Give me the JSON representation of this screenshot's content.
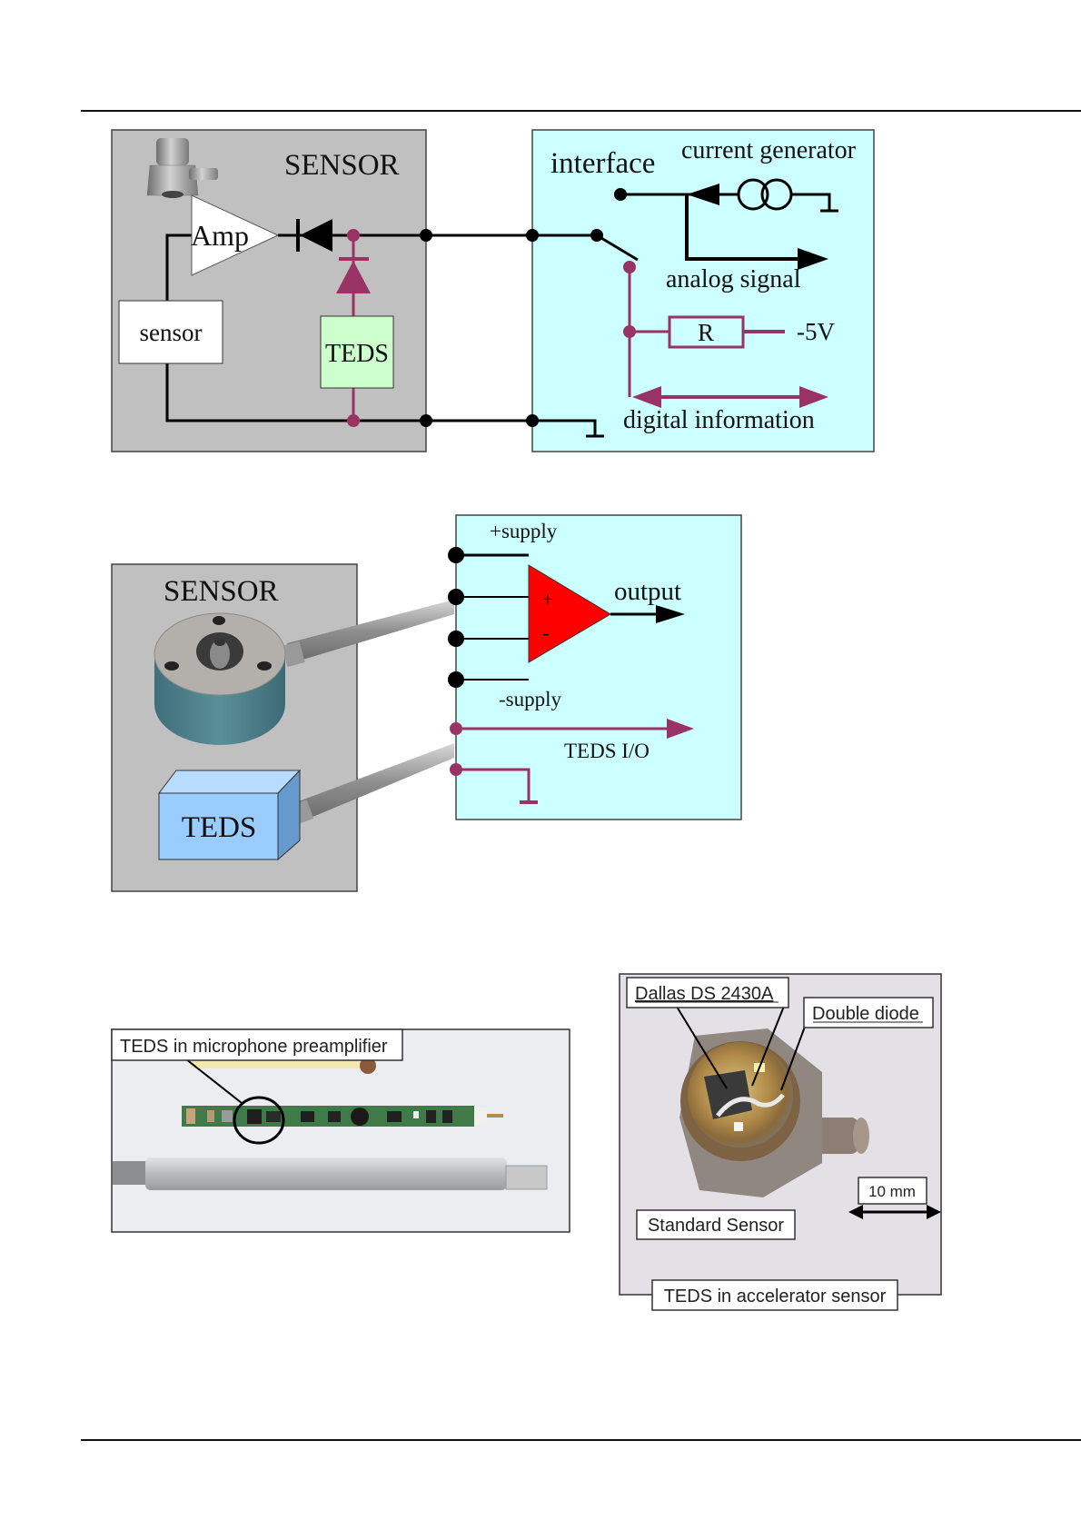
{
  "colors": {
    "sensor_panel": "#c0c0c0",
    "interface_panel": "#ccffff",
    "teds_chip": "#ccffcc",
    "teds_box": "#99ccff",
    "teds_wire": "#993366",
    "opamp": "#ff0000",
    "wire": "#000000"
  },
  "diagram1": {
    "sensor_title": "SENSOR",
    "amp_label": "Amp",
    "sensor_block_label": "sensor",
    "teds_label": "TEDS",
    "interface_title": "interface",
    "current_generator_label": "current generator",
    "analog_signal_label": "analog signal",
    "resistor_label": "R",
    "voltage_label": "-5V",
    "digital_information_label": "digital information"
  },
  "diagram2": {
    "sensor_title": "SENSOR",
    "teds_label": "TEDS",
    "plus_supply_label": "+supply",
    "minus_supply_label": "-supply",
    "output_label": "output",
    "plus_input": "+",
    "minus_input": "-",
    "teds_io_label": "TEDS I/O"
  },
  "photo_preamp": {
    "caption": "TEDS in microphone preamplifier"
  },
  "photo_accelerometer": {
    "chip_label": "Dallas DS 2430A",
    "diode_label": "Double diode",
    "scale_label": "10 mm",
    "sensor_label": "Standard Sensor",
    "caption": "TEDS in accelerator sensor"
  }
}
